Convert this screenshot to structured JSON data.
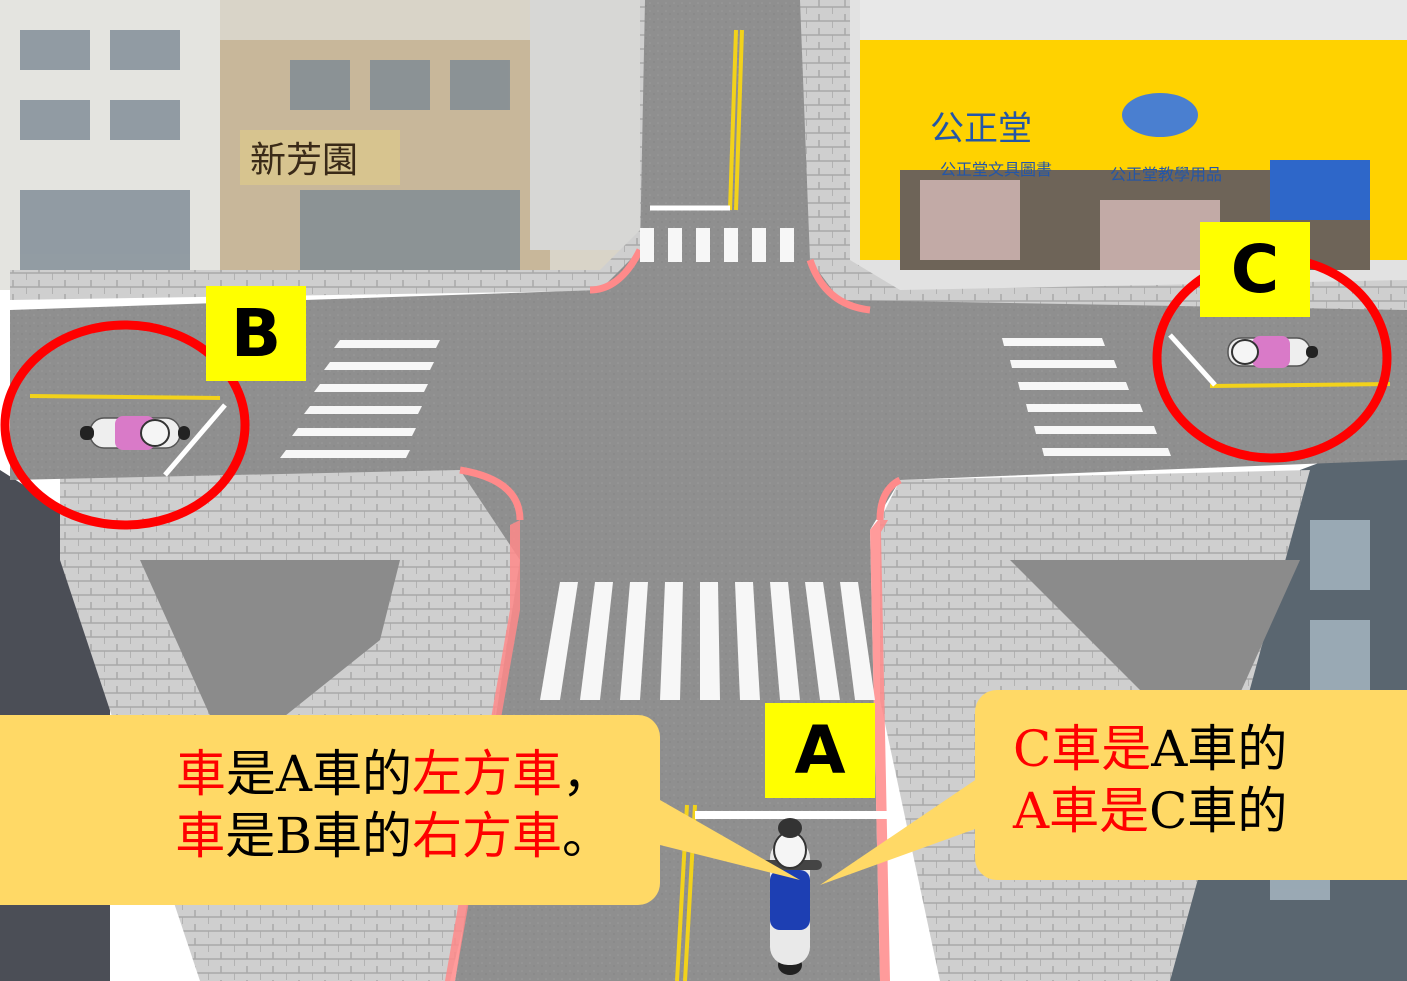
{
  "labels": {
    "a": "A",
    "b": "B",
    "c": "C"
  },
  "colors": {
    "highlight": "#ff0000",
    "badge": "#ffff00",
    "bubble": "#ffd966",
    "road": "#8e8e8e"
  },
  "storefronts": {
    "left_sign": "新芳園",
    "right_sign_1": "公正堂",
    "right_sign_2": "公正堂文具圖書",
    "right_sign_3": "公正堂教學用品"
  },
  "left_callout": {
    "line1": [
      {
        "text": "車",
        "highlight": true
      },
      {
        "text": "是A車的",
        "highlight": false
      },
      {
        "text": "左方車",
        "highlight": true
      },
      {
        "text": "，",
        "highlight": false
      }
    ],
    "line2": [
      {
        "text": "車",
        "highlight": true
      },
      {
        "text": "是B車的",
        "highlight": false
      },
      {
        "text": "右方車",
        "highlight": true
      },
      {
        "text": "。",
        "highlight": false
      }
    ]
  },
  "right_callout": {
    "line1": [
      {
        "text": "C車是",
        "highlight": true
      },
      {
        "text": "A車的",
        "highlight": false
      }
    ],
    "line2": [
      {
        "text": "A車是",
        "highlight": true
      },
      {
        "text": "C車的",
        "highlight": false
      }
    ]
  }
}
